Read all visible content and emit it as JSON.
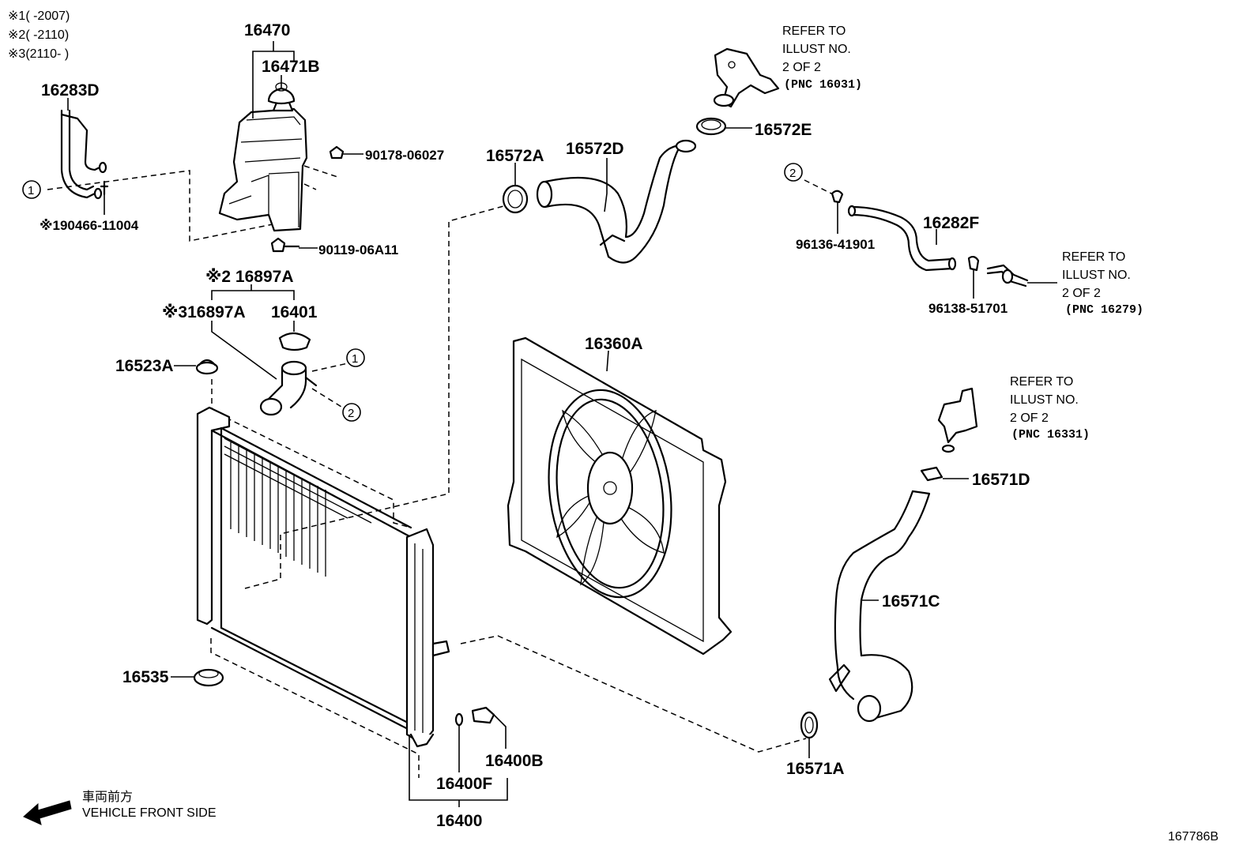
{
  "notes": [
    {
      "mark": "※1",
      "text": "(      -2007)"
    },
    {
      "mark": "※2",
      "text": "(      -2110)"
    },
    {
      "mark": "※3",
      "text": "(2110-       )"
    }
  ],
  "parts": {
    "p16470": "16470",
    "p16471B": "16471B",
    "p16283D": "16283D",
    "p90178": "90178-06027",
    "p90466": "※190466-11004",
    "p90119": "90119-06A11",
    "p16897A_2": "※2 16897A",
    "p16897A_3": "※316897A",
    "p16401": "16401",
    "p16523A": "16523A",
    "p16535": "16535",
    "p16400": "16400",
    "p16400F": "16400F",
    "p16400B": "16400B",
    "p16572A": "16572A",
    "p16572D": "16572D",
    "p16572E": "16572E",
    "p16360A": "16360A",
    "p16282F": "16282F",
    "p96136": "96136-41901",
    "p96138": "96138-51701",
    "p16571D": "16571D",
    "p16571C": "16571C",
    "p16571A": "16571A"
  },
  "refs": {
    "r1": {
      "l1": "REFER TO",
      "l2": "ILLUST NO.",
      "l3": "2 OF 2",
      "l4": "(PNC 16031)"
    },
    "r2": {
      "l1": "REFER TO",
      "l2": "ILLUST NO.",
      "l3": "2 OF 2",
      "l4": "(PNC 16279)"
    },
    "r3": {
      "l1": "REFER TO",
      "l2": "ILLUST NO.",
      "l3": "2 OF 2",
      "l4": "(PNC 16331)"
    }
  },
  "callouts": {
    "c1": "1",
    "c2": "2"
  },
  "front": {
    "jp": "車両前方",
    "en": "VEHICLE FRONT SIDE"
  },
  "illust_no": "167786B"
}
